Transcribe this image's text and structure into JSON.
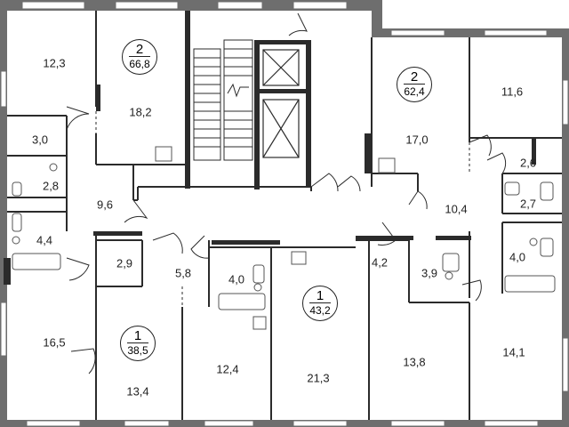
{
  "apartments": [
    {
      "id": "apt-top-left",
      "rooms": "2",
      "total_area": "66,8"
    },
    {
      "id": "apt-top-right",
      "rooms": "2",
      "total_area": "62,4"
    },
    {
      "id": "apt-bottom-left",
      "rooms": "1",
      "total_area": "38,5"
    },
    {
      "id": "apt-bottom-center",
      "rooms": "1",
      "total_area": "43,2"
    }
  ],
  "rooms": [
    "12,3",
    "18,2",
    "3,0",
    "2,8",
    "9,6",
    "4,4",
    "17,0",
    "11,6",
    "2,6",
    "10,4",
    "2,7",
    "4,0",
    "2,9",
    "5,8",
    "4,0",
    "16,5",
    "13,4",
    "12,4",
    "21,3",
    "4,2",
    "3,9",
    "13,8",
    "14,1"
  ],
  "colors": {
    "wall": "#2b2b2b",
    "outer_wall": "#6e6e6e",
    "fixture": "#555555",
    "background": "#ffffff"
  }
}
